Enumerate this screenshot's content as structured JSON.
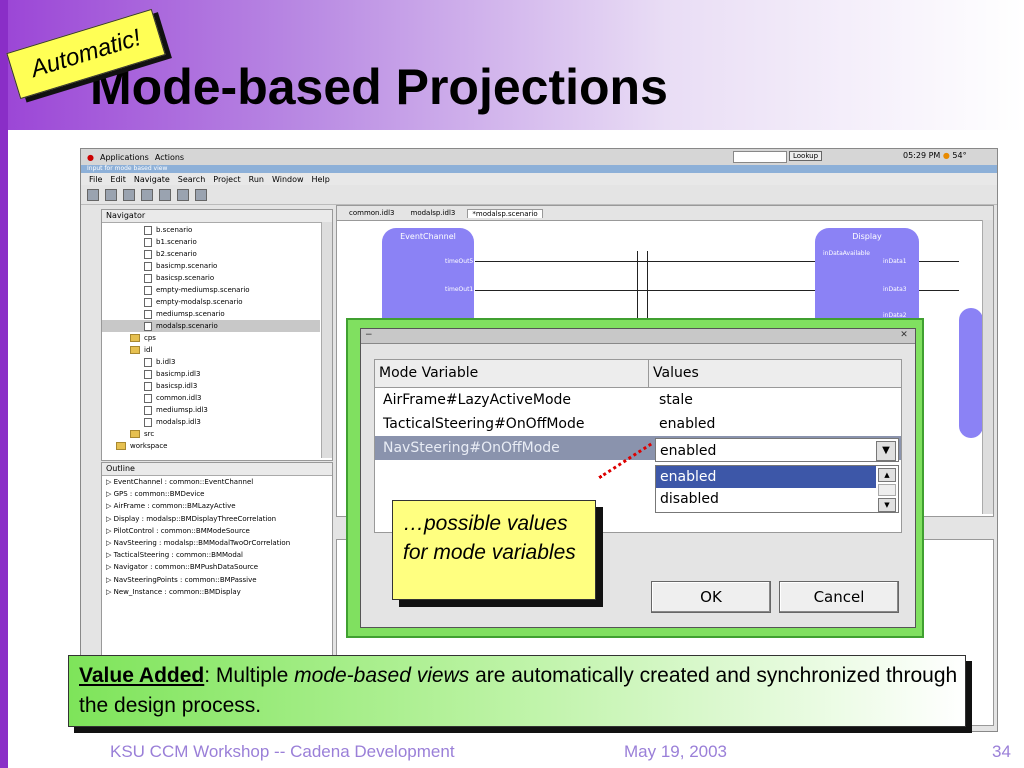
{
  "slide": {
    "badge": "Automatic!",
    "title": "Mode-based Projections"
  },
  "ide": {
    "panel_items": [
      "Applications",
      "Actions"
    ],
    "lookup_label": "Lookup",
    "clock": "05:29 PM",
    "temperature": "54°",
    "window_title": "Input for mode based view",
    "menu": [
      "File",
      "Edit",
      "Navigate",
      "Search",
      "Project",
      "Run",
      "Window",
      "Help"
    ],
    "navigator": {
      "title": "Navigator",
      "items": [
        {
          "label": "b.scenario",
          "kind": "file",
          "indent": 3
        },
        {
          "label": "b1.scenario",
          "kind": "file",
          "indent": 3
        },
        {
          "label": "b2.scenario",
          "kind": "file",
          "indent": 3
        },
        {
          "label": "basicmp.scenario",
          "kind": "file",
          "indent": 3
        },
        {
          "label": "basicsp.scenario",
          "kind": "file",
          "indent": 3
        },
        {
          "label": "empty-mediumsp.scenario",
          "kind": "file",
          "indent": 3
        },
        {
          "label": "empty-modalsp.scenario",
          "kind": "file",
          "indent": 3
        },
        {
          "label": "mediumsp.scenario",
          "kind": "file",
          "indent": 3
        },
        {
          "label": "modalsp.scenario",
          "kind": "file",
          "indent": 3,
          "selected": true
        },
        {
          "label": "cps",
          "kind": "folder",
          "indent": 2
        },
        {
          "label": "idl",
          "kind": "folder",
          "indent": 2
        },
        {
          "label": "b.idl3",
          "kind": "file",
          "indent": 3
        },
        {
          "label": "basicmp.idl3",
          "kind": "file",
          "indent": 3
        },
        {
          "label": "basicsp.idl3",
          "kind": "file",
          "indent": 3
        },
        {
          "label": "common.idl3",
          "kind": "file",
          "indent": 3
        },
        {
          "label": "mediumsp.idl3",
          "kind": "file",
          "indent": 3
        },
        {
          "label": "modalsp.idl3",
          "kind": "file",
          "indent": 3
        },
        {
          "label": "src",
          "kind": "folder",
          "indent": 2
        },
        {
          "label": "workspace",
          "kind": "folder",
          "indent": 1
        }
      ]
    },
    "outline": {
      "title": "Outline",
      "items": [
        "EventChannel : common::EventChannel",
        "GPS : common::BMDevice",
        "AirFrame : common::BMLazyActive",
        "Display : modalsp::BMDisplayThreeCorrelation",
        "PilotControl : common::BMModeSource",
        "NavSteering : modalsp::BMModalTwoOrCorrelation",
        "TacticalSteering : common::BMModal",
        "Navigator : common::BMPushDataSource",
        "NavSteeringPoints : common::BMPassive",
        "New_Instance : common::BMDisplay"
      ]
    },
    "editor_tabs": [
      "common.idl3",
      "modalsp.idl3",
      "*modalsp.scenario"
    ],
    "components": {
      "event_channel": {
        "name": "EventChannel",
        "ports": [
          "timeOut5",
          "timeOut1"
        ]
      },
      "display": {
        "name": "Display",
        "ports": [
          "inDataAvailable",
          "inData1",
          "inData3",
          "inData2"
        ]
      }
    }
  },
  "dialog": {
    "columns": [
      "Mode Variable",
      "Values"
    ],
    "rows": [
      {
        "variable": "AirFrame#LazyActiveMode",
        "value": "stale"
      },
      {
        "variable": "TacticalSteering#OnOffMode",
        "value": "enabled"
      },
      {
        "variable": "NavSteering#OnOffMode",
        "value": "enabled",
        "selected": true
      }
    ],
    "dropdown_value": "enabled",
    "options": [
      {
        "label": "enabled",
        "selected": true
      },
      {
        "label": "disabled",
        "selected": false
      }
    ],
    "ok_label": "OK",
    "cancel_label": "Cancel"
  },
  "callout": "…possible values for mode variables",
  "value_added": {
    "label": "Value Added",
    "text1": ": Multiple ",
    "emphasis": "mode-based views",
    "text2": " are automatically created and synchronized through the design process."
  },
  "footer": {
    "left": "KSU CCM Workshop -- Cadena Development",
    "center": "May 19, 2003",
    "page": "34"
  },
  "colors": {
    "accent_purple": "#8a2ec7",
    "component_blue": "#8b82f5",
    "dialog_frame_green": "#80e060",
    "callout_yellow": "#ffff80",
    "footer_text": "#9a7fd8"
  }
}
